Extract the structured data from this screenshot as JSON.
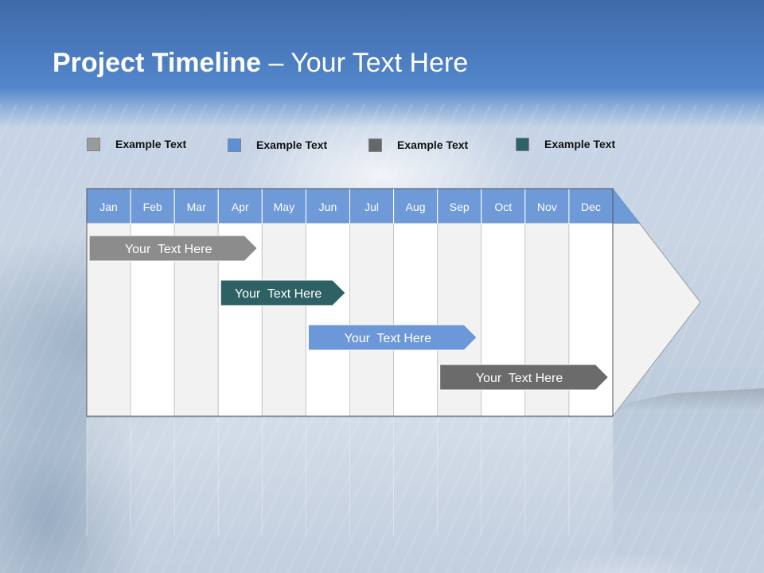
{
  "title": {
    "bold": "Project Timeline",
    "rest": " – Your Text Here"
  },
  "legend": [
    {
      "label": "Example Text",
      "color": "#9a9a9a"
    },
    {
      "label": "Example Text",
      "color": "#5b8fd6"
    },
    {
      "label": "Example Text",
      "color": "#676767"
    },
    {
      "label": "Example Text",
      "color": "#2f6166"
    }
  ],
  "colors": {
    "header": "#6f9ad8",
    "column_shaded": "#f2f2f2",
    "column_light": "#ffffff",
    "grid": "#c8c8c8"
  },
  "chart_data": {
    "type": "gantt",
    "months": [
      "Jan",
      "Feb",
      "Mar",
      "Apr",
      "May",
      "Jun",
      "Jul",
      "Aug",
      "Sep",
      "Oct",
      "Nov",
      "Dec"
    ],
    "tasks": [
      {
        "label": "Your  Text Here",
        "start_month": 1,
        "end_month": 4.8,
        "color": "#8c8c8c"
      },
      {
        "label": "Your  Text Here",
        "start_month": 4.0,
        "end_month": 6.9,
        "color": "#2d6163"
      },
      {
        "label": "Your  Text Here",
        "start_month": 6.0,
        "end_month": 9.9,
        "color": "#6c98d9"
      },
      {
        "label": "Your  Text Here",
        "start_month": 9.0,
        "end_month": 12.9,
        "color": "#6b6b6b"
      }
    ]
  }
}
